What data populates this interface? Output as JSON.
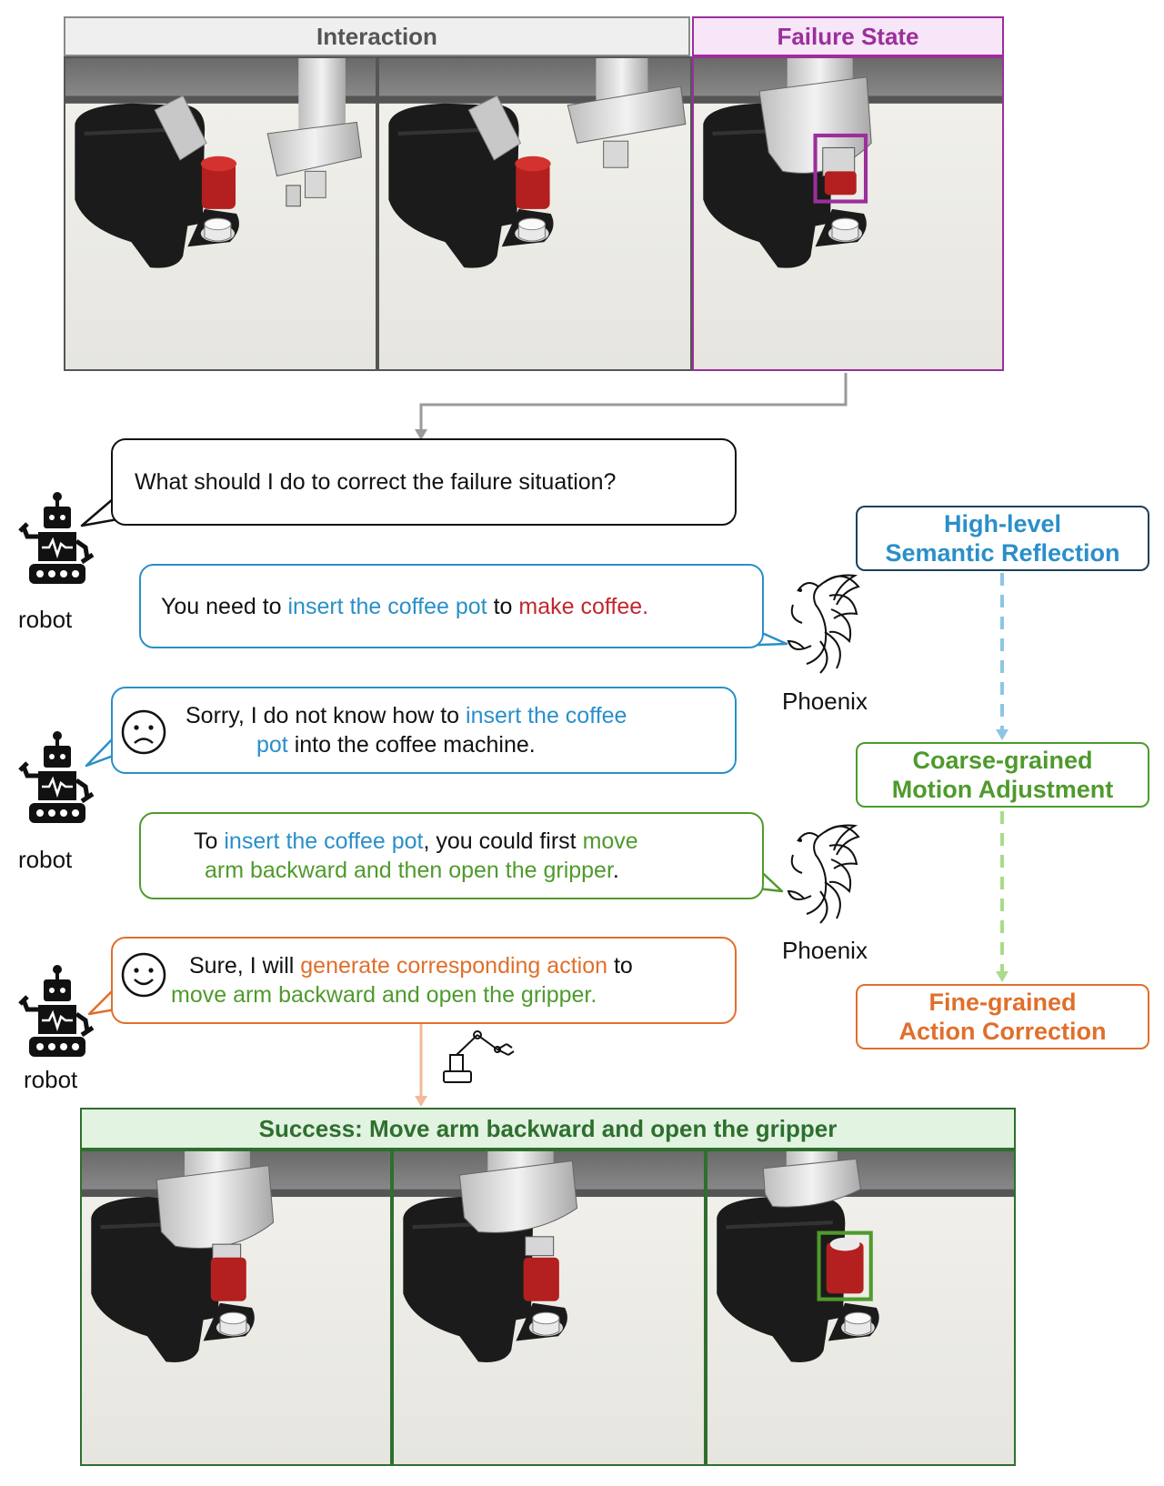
{
  "header": {
    "interaction_label": "Interaction",
    "failure_label": "Failure State"
  },
  "dialogue": {
    "q1": "What should I do to correct the failure situation?",
    "a1": {
      "part1": "You need to ",
      "part2": "insert the coffee pot",
      "part3": " to ",
      "part4": "make coffee."
    },
    "q2": {
      "part1": "Sorry, I do not know how to ",
      "part2": "insert the coffee",
      "part3": "pot",
      "part4": " into the coffee machine."
    },
    "a2": {
      "part1": "To ",
      "part2": "insert the coffee pot",
      "part3": ", you could first ",
      "part4": "move",
      "part5": "arm backward and then open the gripper",
      "part6": "."
    },
    "q3": {
      "part1": "Sure, I will ",
      "part2": "generate corresponding action",
      "part3": " to",
      "part4": "move arm backward and open the gripper."
    }
  },
  "labels": {
    "robot": "robot",
    "phoenix": "Phoenix"
  },
  "stages": {
    "high_level_line1": "High-level",
    "high_level_line2": "Semantic Reflection",
    "coarse_line1": "Coarse-grained",
    "coarse_line2": "Motion Adjustment",
    "fine_line1": "Fine-grained",
    "fine_line2": "Action Correction"
  },
  "success_label": "Success: Move arm backward and open the gripper",
  "colors": {
    "blue": "#2a8fc9",
    "red": "#c0272d",
    "green": "#4f9a2d",
    "orange": "#e06f2b",
    "purple": "#9b2f9b"
  }
}
